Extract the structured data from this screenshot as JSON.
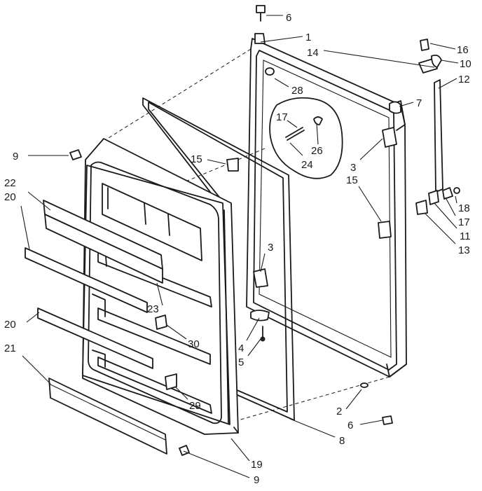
{
  "diagram": {
    "labels": [
      {
        "id": "p6_top",
        "text": "6"
      },
      {
        "id": "p1",
        "text": "1"
      },
      {
        "id": "p14",
        "text": "14"
      },
      {
        "id": "p16",
        "text": "16"
      },
      {
        "id": "p10",
        "text": "10"
      },
      {
        "id": "p12",
        "text": "12"
      },
      {
        "id": "p28",
        "text": "28"
      },
      {
        "id": "p7",
        "text": "7"
      },
      {
        "id": "p17_in",
        "text": "17"
      },
      {
        "id": "p26",
        "text": "26"
      },
      {
        "id": "p24",
        "text": "24"
      },
      {
        "id": "p3_upper",
        "text": "3"
      },
      {
        "id": "p15_right",
        "text": "15"
      },
      {
        "id": "p18",
        "text": "18"
      },
      {
        "id": "p17_right",
        "text": "17"
      },
      {
        "id": "p11",
        "text": "11"
      },
      {
        "id": "p13",
        "text": "13"
      },
      {
        "id": "p9_top",
        "text": "9"
      },
      {
        "id": "p15_left",
        "text": "15"
      },
      {
        "id": "p22",
        "text": "22"
      },
      {
        "id": "p20_top",
        "text": "20"
      },
      {
        "id": "p3_lower",
        "text": "3"
      },
      {
        "id": "p23",
        "text": "23"
      },
      {
        "id": "p30",
        "text": "30"
      },
      {
        "id": "p4",
        "text": "4"
      },
      {
        "id": "p5",
        "text": "5"
      },
      {
        "id": "p20_mid",
        "text": "20"
      },
      {
        "id": "p21",
        "text": "21"
      },
      {
        "id": "p29",
        "text": "29"
      },
      {
        "id": "p2",
        "text": "2"
      },
      {
        "id": "p6_bottom",
        "text": "6"
      },
      {
        "id": "p8",
        "text": "8"
      },
      {
        "id": "p19",
        "text": "19"
      },
      {
        "id": "p9_bottom",
        "text": "9"
      }
    ]
  }
}
